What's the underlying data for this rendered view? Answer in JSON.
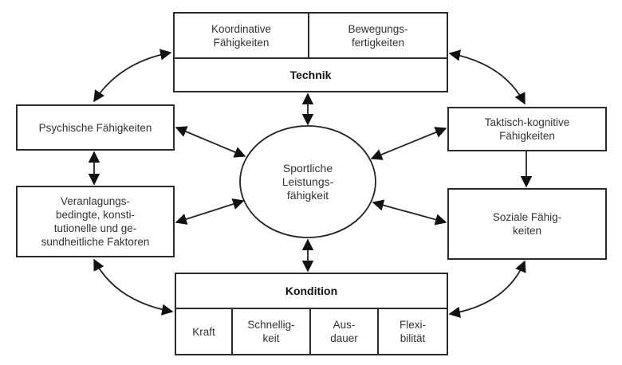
{
  "technik": {
    "title": "Technik",
    "parts": [
      "Koordinative\nFähigkeiten",
      "Bewegungs-\nfertigkeiten"
    ]
  },
  "center": "Sportliche\nLeistungs-\nfähigkeit",
  "left": {
    "psychisch": "Psychische Fähigkeiten",
    "veranlagung": "Veranlagungs-\nbedingte, konsti-\ntutionelle und ge-\nsundheitliche Faktoren"
  },
  "right": {
    "taktisch": "Taktisch-kognitive\nFähigkeiten",
    "sozial": "Soziale Fähig-\nkeiten"
  },
  "kondition": {
    "title": "Kondition",
    "parts": [
      "Kraft",
      "Schnellig-\nkeit",
      "Aus-\ndauer",
      "Flexi-\nbilität"
    ]
  }
}
